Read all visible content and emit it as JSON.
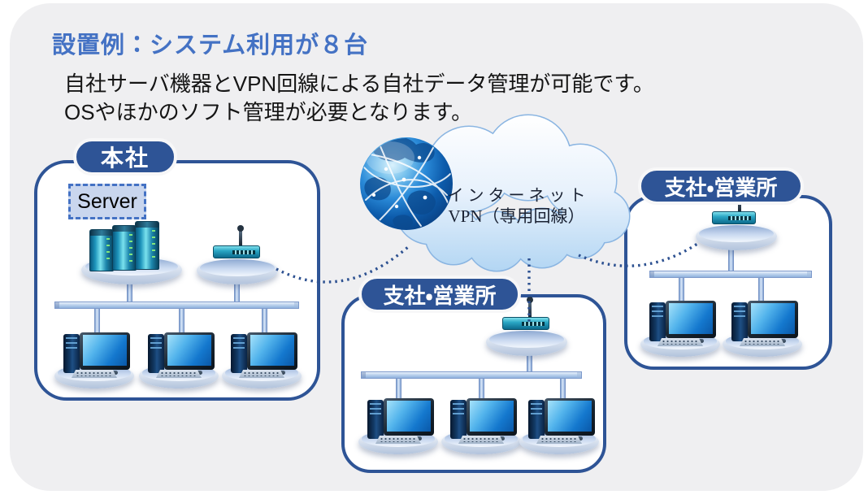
{
  "title": "設置例：システム利用が８台",
  "description": {
    "line1": "自社サーバ機器とVPN回線による自社データ管理が可能です。",
    "line2": "OSやほかのソフト管理が必要となります。"
  },
  "cloud": {
    "label_line1": "インターネット",
    "label_line2": "VPN（専用回線）",
    "icons": [
      "globe-network-icon",
      "cloud-icon"
    ]
  },
  "sections": {
    "headquarters": {
      "label": "本社",
      "server_label": "Server",
      "server_unit_count": 3,
      "router_count": 1,
      "computer_count": 3
    },
    "branch_center": {
      "label": "支社・営業所",
      "router_count": 1,
      "computer_count": 3
    },
    "branch_right": {
      "label": "支社・営業所",
      "router_count": 1,
      "computer_count": 2
    }
  },
  "connections": {
    "style": "dotted-vpn-line",
    "count": 3
  },
  "colors": {
    "accent_navy": "#2E5496",
    "title_blue": "#4472C4",
    "panel_gray": "#EFEFF1",
    "cloud_border_blue": "#8AB5E2",
    "server_tag_fill": "#C9D6EE"
  }
}
